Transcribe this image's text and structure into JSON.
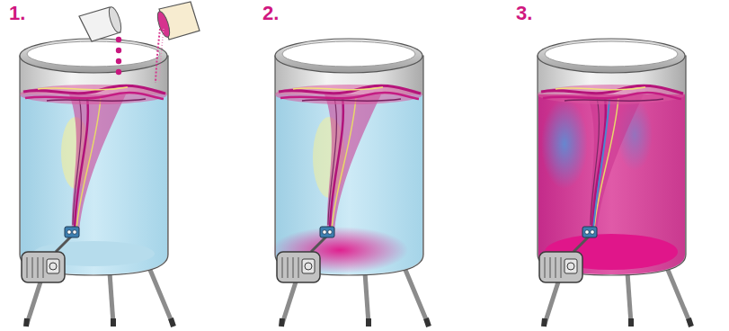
{
  "diagram": {
    "labels": [
      "1.",
      "2.",
      "3."
    ]
  }
}
